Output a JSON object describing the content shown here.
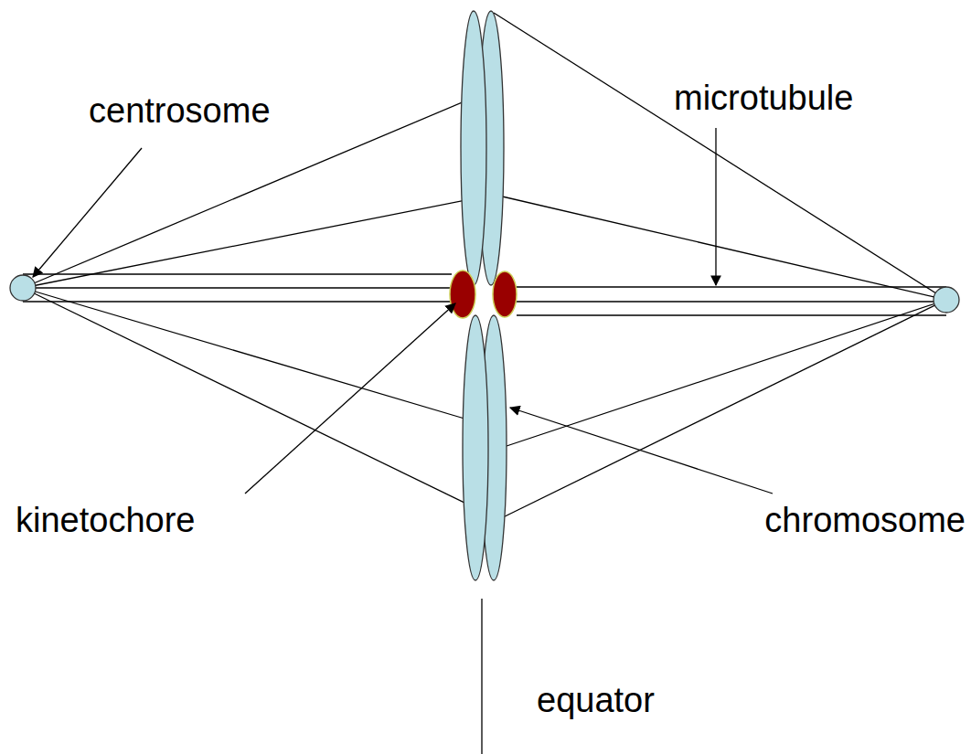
{
  "diagram": {
    "labels": [
      "centrosome",
      "microtubule",
      "kinetochore",
      "chromosome",
      "equator"
    ]
  }
}
